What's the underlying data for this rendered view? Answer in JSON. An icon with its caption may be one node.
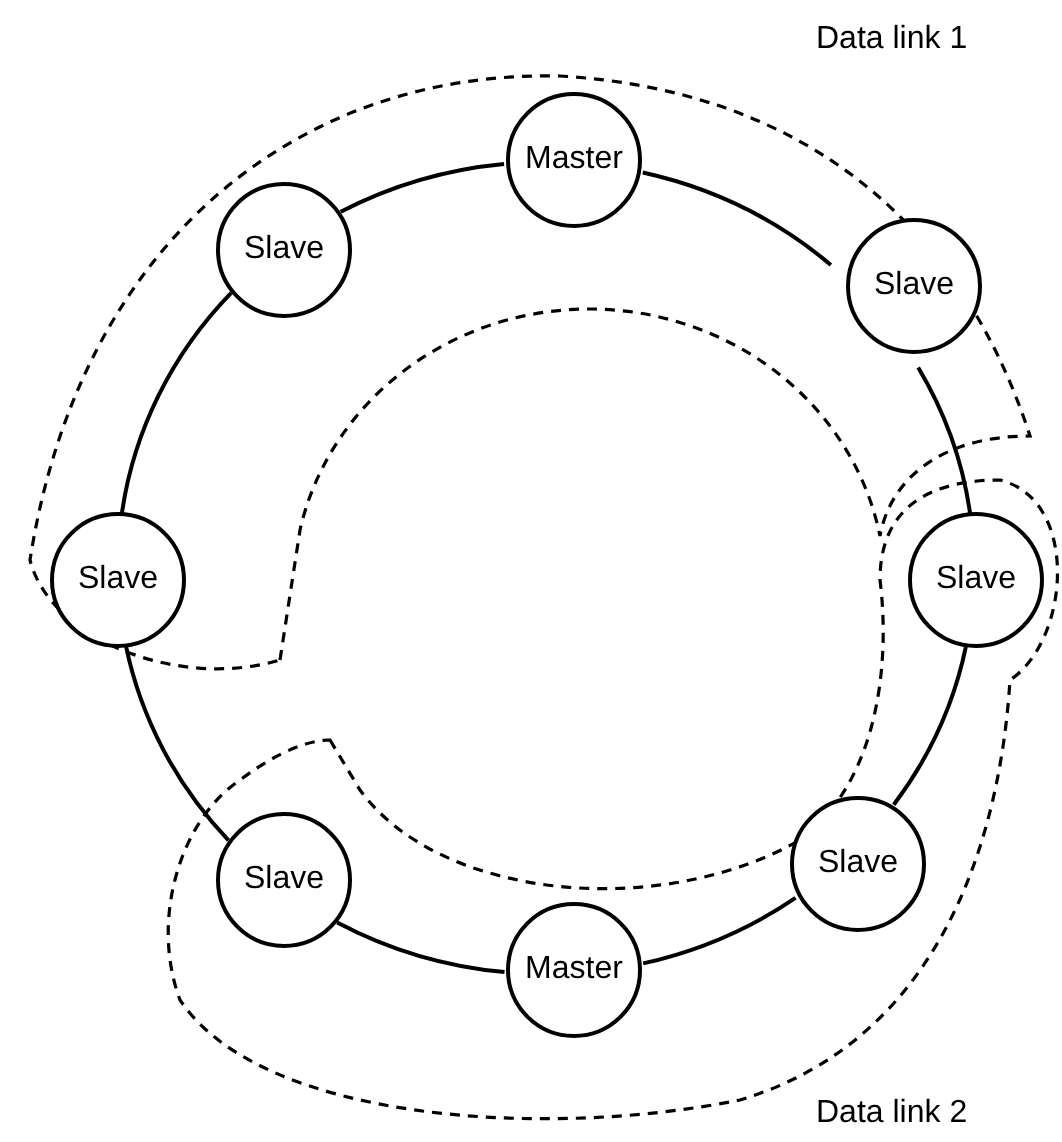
{
  "diagram": {
    "nodes": [
      {
        "text": [
          "Master"
        ]
      },
      {
        "text": [
          "Slave"
        ]
      },
      {
        "text": [
          "Slave"
        ]
      },
      {
        "text": [
          "Slave"
        ]
      },
      {
        "text": [
          "Slave"
        ]
      },
      {
        "text": [
          "Slave"
        ]
      },
      {
        "text": [
          "Slave"
        ]
      },
      {
        "text": [
          "Master"
        ]
      }
    ],
    "edges": [
      {
        "from": 0,
        "to": 2,
        "arrow": "none"
      },
      {
        "from": 2,
        "to": 4,
        "arrow": "none"
      },
      {
        "from": 4,
        "to": 6,
        "arrow": "none"
      },
      {
        "from": 6,
        "to": 7,
        "arrow": "none"
      },
      {
        "from": 7,
        "to": 5,
        "arrow": "none"
      },
      {
        "from": 5,
        "to": 3,
        "arrow": "none"
      },
      {
        "from": 3,
        "to": 1,
        "arrow": "none"
      },
      {
        "from": 1,
        "to": 0,
        "arrow": "none"
      }
    ],
    "labels": [
      "Data link 1",
      "Data link 2"
    ]
  }
}
